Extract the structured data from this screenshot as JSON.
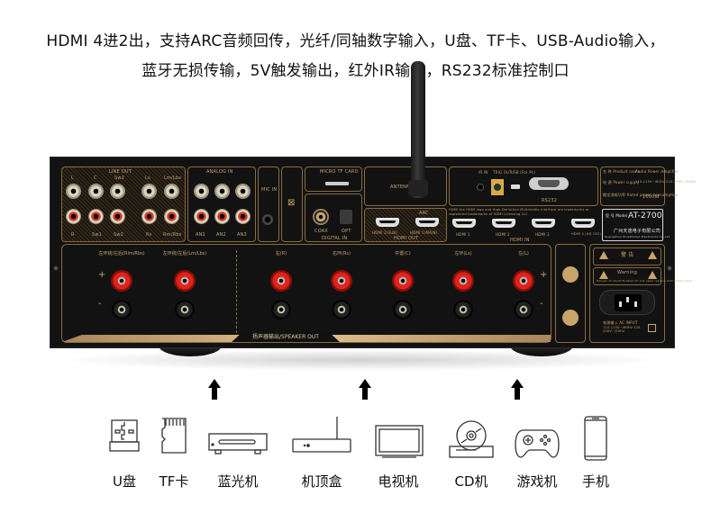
{
  "headline": {
    "line1": "HDMI 4进2出，支持ARC音频回传，光纤/同轴数字输入，U盘、TF卡、USB-Audio输入，",
    "line2": "蓝牙无损传输，5V触发输出，红外IR输入，RS232标准控制口"
  },
  "panel": {
    "line_out": {
      "title": "LINE OUT",
      "top_labels": [
        "L",
        "C",
        "Sw2",
        "Ls",
        "Lm/Lbs"
      ],
      "bottom_labels": [
        "R",
        "Sw1",
        "Sw2",
        "Rs",
        "Rm/Rbs"
      ]
    },
    "analog_in": {
      "title": "ANALOG IN",
      "labels": [
        "AN1",
        "AN2",
        "AN3"
      ]
    },
    "mic_in": "MIC IN",
    "micro_tf_card": "MICRO TF CARD",
    "antenna": "ANTENNA",
    "digital_in": {
      "title": "DIGITAL IN",
      "labels": [
        "COAX",
        "OPT"
      ]
    },
    "hdmi_out": {
      "title": "HDMI OUT",
      "arc": "ARC",
      "labels": [
        "HDMI 2(SUB)",
        "HDMI 1(MAIN)"
      ]
    },
    "ir_in": "IR IN",
    "trig_out": "TRIG OUT",
    "usb": "USB (For Pc)",
    "rs232": "RS232",
    "hdmi_notice": "HDMI the HDMI logo and High-Definition Multimedia Interface are trademarks or registered trademarks of HDMI Licensing LLC",
    "hdmi_in": {
      "title": "HDMI IN",
      "labels": [
        "HDMI 1",
        "HDMI 2",
        "HDMI 3",
        "HDMI 4 (HD CEC)"
      ]
    },
    "spec_table": {
      "rows": [
        {
          "key": "名 称 Product name",
          "value": "Audio Power Amplifier"
        },
        {
          "key": "电 源 Power supply",
          "value": "110-115V~/60Hz 220-230V~/50Hz"
        },
        {
          "key": "额定消耗功率 Rated power consumption",
          "value": "1000W"
        }
      ]
    },
    "model": {
      "label": "型 号 Model",
      "value": "AT-2700",
      "company_cn": "广州天逸电子有限公司",
      "company_en": "Guangzhou ToneWinner Electronics Co.,Ltd"
    },
    "speaker_channels": [
      "左环绕/左后(Rlm/Rbs)",
      "左环绕/左后(Lm/Lbs)",
      "右(R)",
      "右环(Rs)",
      "中置(C)",
      "左环(Ls)",
      "左(L)"
    ],
    "speaker_out": "扬声器输出/SPEAKER OUT",
    "plus": "+",
    "minus": "-",
    "warning_cn": "警 告",
    "warning_en": "Warning",
    "warning_text": "Danger of electrification Do not open replace with safety fuse!",
    "ac_input": "电源输入 AC INPUT",
    "ac_spec": "110-115V~/60Hz 220-230V~/50Hz"
  },
  "devices": [
    {
      "icon": "usb-drive-icon",
      "label": "U盘"
    },
    {
      "icon": "tf-card-icon",
      "label": "TF卡"
    },
    {
      "icon": "bluray-player-icon",
      "label": "蓝光机"
    },
    {
      "icon": "set-top-box-icon",
      "label": "机顶盒"
    },
    {
      "icon": "tv-icon",
      "label": "电视机"
    },
    {
      "icon": "cd-player-icon",
      "label": "CD机"
    },
    {
      "icon": "game-controller-icon",
      "label": "游戏机"
    },
    {
      "icon": "smartphone-icon",
      "label": "手机"
    }
  ],
  "colors": {
    "chassis": "#121212",
    "gold": "#c9a46a",
    "red_post": "#e0231a"
  }
}
